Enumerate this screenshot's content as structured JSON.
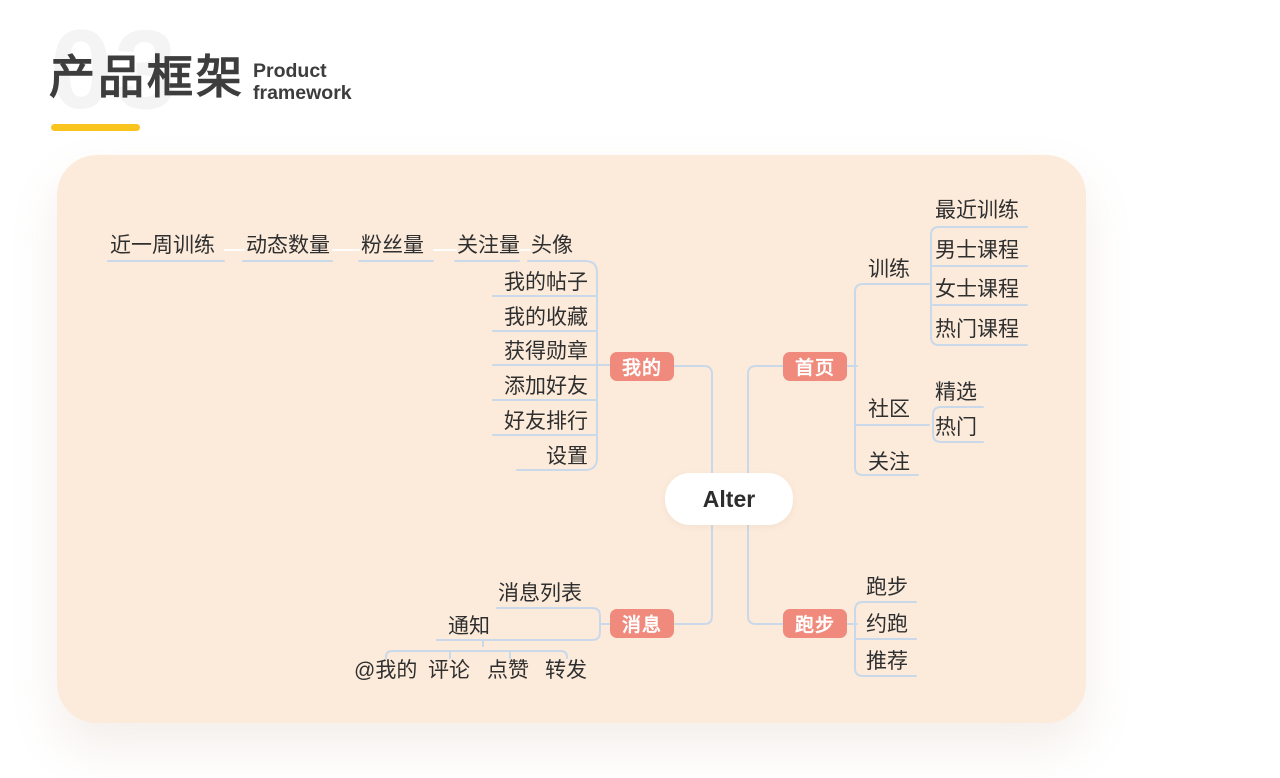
{
  "header": {
    "title": "产品框架",
    "subtitle_line1": "Product",
    "subtitle_line2": "framework",
    "watermark_number": "03"
  },
  "colors": {
    "accent_yellow": "#f8c41d",
    "node_salmon": "#ef8a7c",
    "canvas_peach": "#fcebdb",
    "connector_blue": "#c9d9e9"
  },
  "mindmap": {
    "root_label": "Alter",
    "profile": {
      "label": "我的",
      "avatar_label": "头像",
      "stats": [
        "近一周训练",
        "动态数量",
        "粉丝量",
        "关注量"
      ],
      "items": [
        "我的帖子",
        "我的收藏",
        "获得勋章",
        "添加好友",
        "好友排行",
        "设置"
      ]
    },
    "home": {
      "label": "首页",
      "training": {
        "label": "训练",
        "items": [
          "最近训练",
          "男士课程",
          "女士课程",
          "热门课程"
        ]
      },
      "community": {
        "label": "社区",
        "items": [
          "精选",
          "热门"
        ]
      },
      "follow_label": "关注"
    },
    "message": {
      "label": "消息",
      "list_label": "消息列表",
      "notice": {
        "label": "通知",
        "items": [
          "@我的",
          "评论",
          "点赞",
          "转发"
        ]
      }
    },
    "running": {
      "label": "跑步",
      "items": [
        "跑步",
        "约跑",
        "推荐"
      ]
    }
  }
}
